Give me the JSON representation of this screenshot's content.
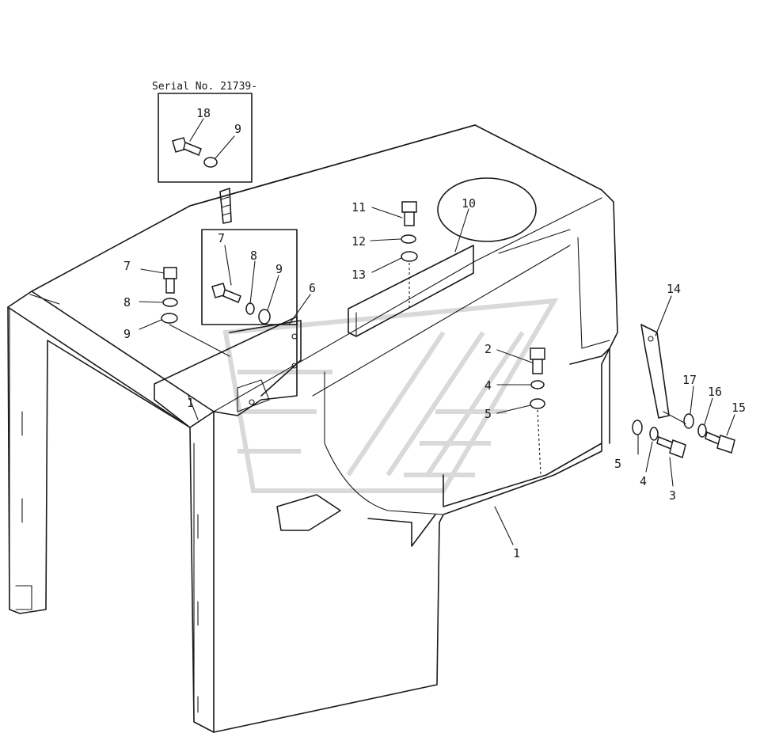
{
  "inset": {
    "serial_label": "Serial No. 21739-"
  },
  "callouts": {
    "c18": "18",
    "c9a": "9",
    "c7a": "7",
    "c8a": "8",
    "c9b": "9",
    "c6": "6",
    "c7b": "7",
    "c8b": "8",
    "c9c": "9",
    "c11": "11",
    "c12": "12",
    "c13": "13",
    "c10": "10",
    "c2": "2",
    "c4a": "4",
    "c5a": "5",
    "c14": "14",
    "c17": "17",
    "c16": "16",
    "c15": "15",
    "c5b": "5",
    "c4b": "4",
    "c3": "3",
    "c1a": "1",
    "c1b": "1"
  }
}
